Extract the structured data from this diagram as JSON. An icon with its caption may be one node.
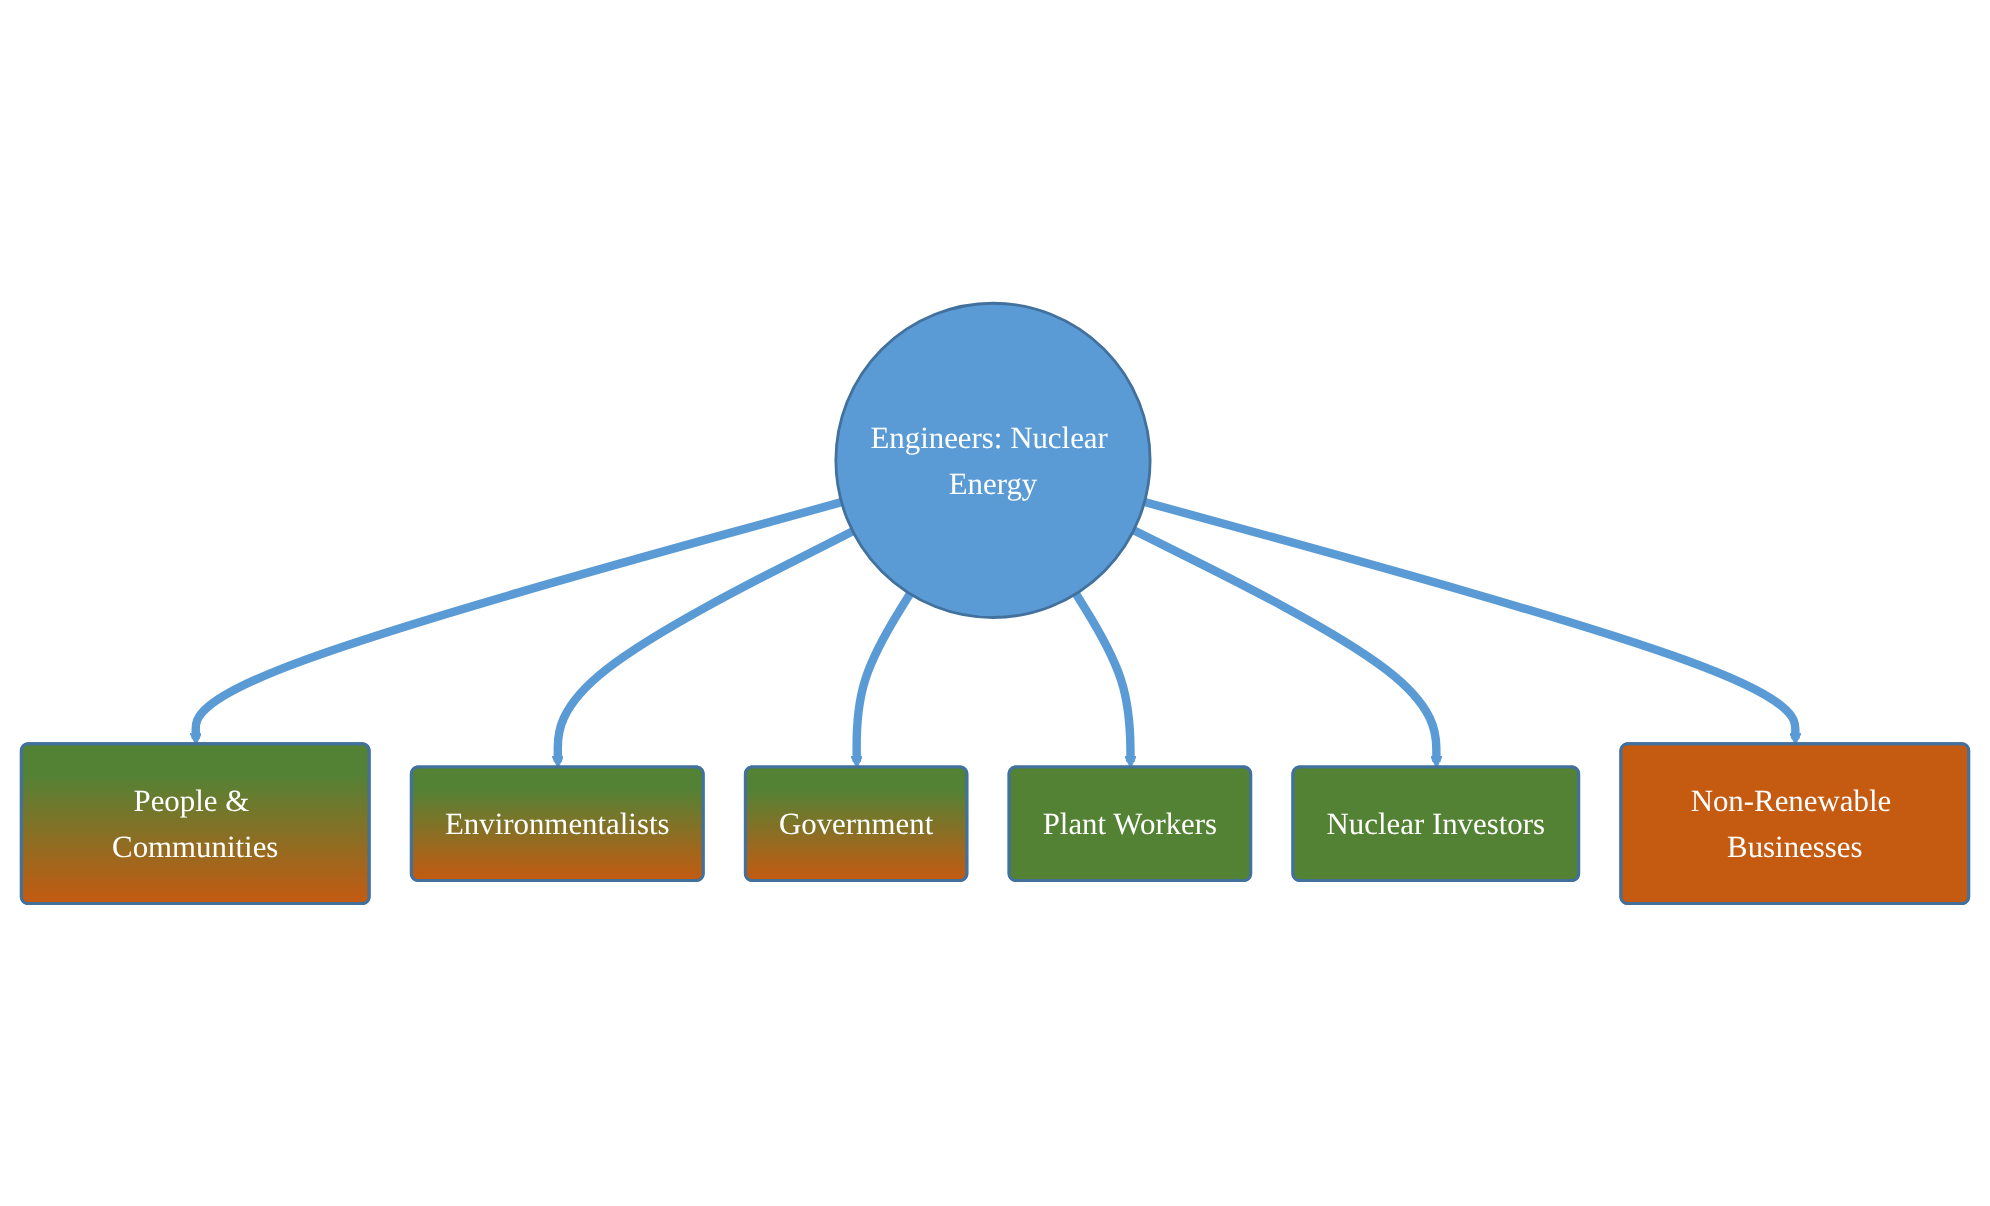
{
  "diagram": {
    "nodes": [
      {
        "text": [
          "Engineers: Nuclear Energy"
        ]
      },
      {
        "text": [
          "People & Communities"
        ]
      },
      {
        "text": [
          "Environmentalists"
        ]
      },
      {
        "text": [
          "Government"
        ]
      },
      {
        "text": [
          "Plant Workers"
        ]
      },
      {
        "text": [
          "Nuclear Investors"
        ]
      },
      {
        "text": [
          "Non-Renewable Businesses"
        ]
      }
    ],
    "edges": [
      {
        "from": 0,
        "to": 1,
        "arrow": "to"
      },
      {
        "from": 0,
        "to": 2,
        "arrow": "to"
      },
      {
        "from": 0,
        "to": 3,
        "arrow": "to"
      },
      {
        "from": 0,
        "to": 4,
        "arrow": "to"
      },
      {
        "from": 0,
        "to": 5,
        "arrow": "to"
      },
      {
        "from": 0,
        "to": 6,
        "arrow": "to"
      }
    ]
  }
}
